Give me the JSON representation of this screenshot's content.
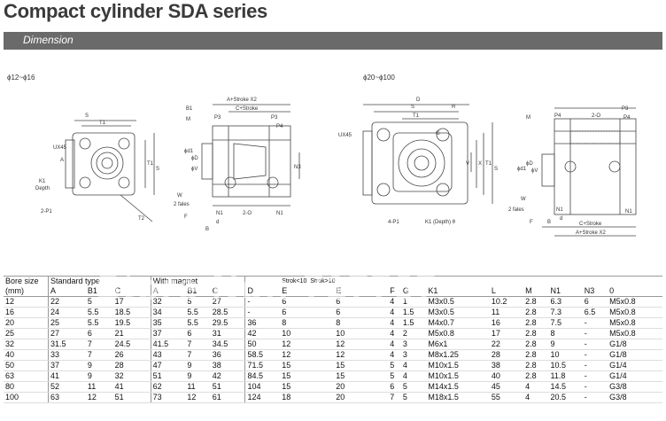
{
  "page": {
    "title": "Compact cylinder SDA series",
    "section": "Dimension"
  },
  "drawings": {
    "left_range": "ϕ12~ϕ16",
    "right_range": "ϕ20~ϕ100",
    "left_front": {
      "S": "S",
      "T1": "T1",
      "UX45": "UX45",
      "K1": "K1",
      "depth": "Depth",
      "P1": "2-P1",
      "A": "A",
      "T1v": "T1",
      "Sv": "S",
      "T2": "T2"
    },
    "left_side": {
      "stroke": "A+Stroke X2",
      "cstroke": "C+Stroke",
      "B1": "B1",
      "M": "M",
      "P3": "P3",
      "P4": "P4",
      "d1": "ϕd1",
      "D": "ϕD",
      "V": "ϕV",
      "N3": "N3",
      "W": "W",
      "flats": "2 fales",
      "F": "F",
      "N1": "N1",
      "O": "2-O",
      "N1b": "N1",
      "d": "d",
      "B": "B"
    },
    "right_front": {
      "D": "D",
      "S": "S",
      "R": "R",
      "T1": "T1",
      "UX45": "UX45",
      "G": "G",
      "V": "V",
      "X": "X",
      "T1v": "T1",
      "Sv": "S",
      "P1": "4-P1",
      "K1": "K1 (Depth) θ"
    },
    "right_side": {
      "M": "M",
      "P4": "P4",
      "O": "2-O",
      "P3": "P3",
      "P4b": "P4",
      "d1": "ϕd1",
      "D": "ϕD",
      "V": "ϕV",
      "W": "W",
      "flats": "2 fales",
      "N1": "N1",
      "d": "d",
      "N1b": "N1",
      "F": "F",
      "B": "B",
      "cstroke": "C+Stroke",
      "stroke": "A+Stroke X2"
    }
  },
  "watermark": "Store No.: 717767",
  "table": {
    "header1": {
      "bore": "Bore size",
      "standard": "Standard type",
      "magnet": "With magnet",
      "stroke10": "Strok<10",
      "stroke10b": "Strok>10"
    },
    "header2": {
      "mm": "(mm)",
      "A": "A",
      "B1": "B1",
      "C": "C",
      "A2": "A",
      "B12": "B1",
      "C2": "C",
      "D": "D",
      "E": "E",
      "E2": "E",
      "F": "F",
      "G": "G",
      "K1": "K1",
      "L": "L",
      "M": "M",
      "N1": "N1",
      "N3": "N3",
      "O": "0"
    },
    "rows": [
      [
        "12",
        "22",
        "5",
        "17",
        "32",
        "5",
        "27",
        "-",
        "6",
        "6",
        "4",
        "1",
        "M3x0.5",
        "10.2",
        "2.8",
        "6.3",
        "6",
        "M5x0.8"
      ],
      [
        "16",
        "24",
        "5.5",
        "18.5",
        "34",
        "5.5",
        "28.5",
        "-",
        "6",
        "6",
        "4",
        "1.5",
        "M3x0.5",
        "11",
        "2.8",
        "7.3",
        "6.5",
        "M5x0.8"
      ],
      [
        "20",
        "25",
        "5.5",
        "19.5",
        "35",
        "5.5",
        "29.5",
        "36",
        "8",
        "8",
        "4",
        "1.5",
        "M4x0.7",
        "16",
        "2.8",
        "7.5",
        "-",
        "M5x0.8"
      ],
      [
        "25",
        "27",
        "6",
        "21",
        "37",
        "6",
        "31",
        "42",
        "10",
        "10",
        "4",
        "2",
        "M5x0.8",
        "17",
        "2.8",
        "8",
        "-",
        "M5x0.8"
      ],
      [
        "32",
        "31.5",
        "7",
        "24.5",
        "41.5",
        "7",
        "34.5",
        "50",
        "12",
        "12",
        "4",
        "3",
        "M6x1",
        "22",
        "2.8",
        "9",
        "-",
        "G1/8"
      ],
      [
        "40",
        "33",
        "7",
        "26",
        "43",
        "7",
        "36",
        "58.5",
        "12",
        "12",
        "4",
        "3",
        "M8x1.25",
        "28",
        "2.8",
        "10",
        "-",
        "G1/8"
      ],
      [
        "50",
        "37",
        "9",
        "28",
        "47",
        "9",
        "38",
        "71.5",
        "15",
        "15",
        "5",
        "4",
        "M10x1.5",
        "38",
        "2.8",
        "10.5",
        "-",
        "G1/4"
      ],
      [
        "63",
        "41",
        "9",
        "32",
        "51",
        "9",
        "42",
        "84.5",
        "15",
        "15",
        "5",
        "4",
        "M10x1.5",
        "40",
        "2.8",
        "11.8",
        "-",
        "G1/4"
      ],
      [
        "80",
        "52",
        "11",
        "41",
        "62",
        "11",
        "51",
        "104",
        "15",
        "20",
        "6",
        "5",
        "M14x1.5",
        "45",
        "4",
        "14.5",
        "-",
        "G3/8"
      ],
      [
        "100",
        "63",
        "12",
        "51",
        "73",
        "12",
        "61",
        "124",
        "18",
        "20",
        "7",
        "5",
        "M18x1.5",
        "55",
        "4",
        "20.5",
        "-",
        "G3/8"
      ]
    ]
  }
}
